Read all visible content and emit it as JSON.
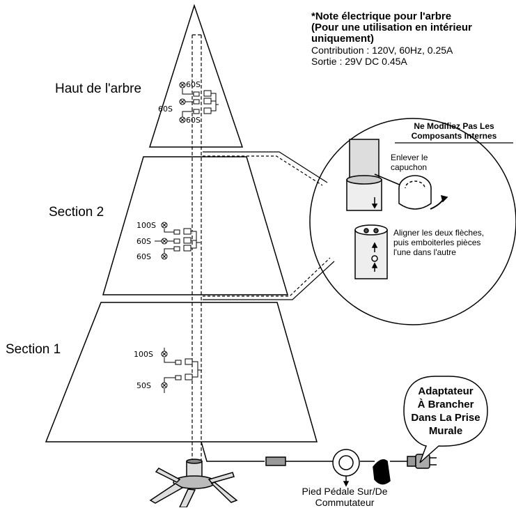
{
  "note": {
    "title_lines": [
      "*Note électrique pour l'arbre",
      " (Pour une utilisation en intérieur",
      " uniquement)"
    ],
    "input": "Contribution : 120V, 60Hz, 0.25A",
    "output": "Sortie : 29V DC 0.45A"
  },
  "sections": {
    "top": "Haut de l'arbre",
    "section2": "Section 2",
    "section1": "Section 1"
  },
  "bulbs": {
    "top": [
      "60S",
      "60S",
      "60S"
    ],
    "section2": [
      "100S",
      "60S",
      "60S"
    ],
    "section1": [
      "100S",
      "50S"
    ]
  },
  "callout": {
    "header_lines": [
      "Ne Modifiez Pas Les",
      "Composants Internes"
    ],
    "remove_cap": [
      "Enlever le",
      "capuchon"
    ],
    "align": [
      "Aligner les deux flèches,",
      "puis emboiterles pièces",
      "l'une dans l'autre"
    ]
  },
  "adapter_lines": [
    "Adaptateur",
    "À Brancher",
    "Dans La Prise",
    "Murale"
  ],
  "pedal_lines": [
    "Pied Pédale Sur/De",
    "Commutateur"
  ]
}
